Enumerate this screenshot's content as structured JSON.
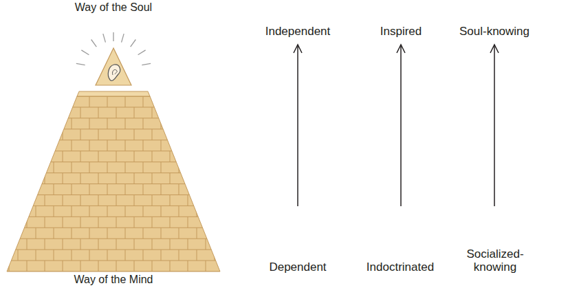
{
  "diagram": {
    "nodes": [
      {
        "text": [
          "Independent"
        ]
      },
      {
        "text": [
          "Inspired"
        ]
      },
      {
        "text": [
          "Soul-knowing"
        ]
      },
      {
        "text": [
          "Dependent"
        ]
      },
      {
        "text": [
          "Indoctrinated"
        ]
      },
      {
        "text": [
          "Socialized-knowing"
        ]
      }
    ],
    "edges": [
      {
        "from": 3,
        "to": 0,
        "arrow": "to"
      },
      {
        "from": 4,
        "to": 1,
        "arrow": "to"
      },
      {
        "from": 5,
        "to": 2,
        "arrow": "to"
      }
    ],
    "labels": [
      "Way of the Soul",
      "Way of the Mind"
    ]
  }
}
